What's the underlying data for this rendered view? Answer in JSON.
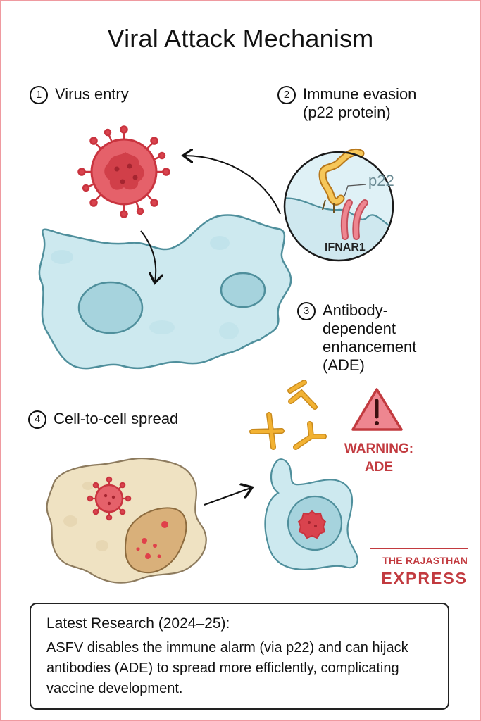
{
  "title": "Viral Attack Mechanism",
  "steps": [
    {
      "number": "1",
      "label": "Virus entry"
    },
    {
      "number": "2",
      "label": "Immune evasion\n(p22 protein)"
    },
    {
      "number": "3",
      "label": "Antibody-\ndependent\nenhancement\n(ADE)"
    },
    {
      "number": "4",
      "label": "Cell-to-cell spread"
    }
  ],
  "inset": {
    "protein_label": "p22",
    "receptor_label": "IFNAR1"
  },
  "warning": {
    "icon": "warning-triangle-icon",
    "text": "WARNING:\nADE"
  },
  "brand": {
    "line1": "THE RAJASTHAN",
    "line2": "EXPRESS"
  },
  "research": {
    "heading": "Latest Research (2024–25):",
    "body": "ASFV disables the immune alarm (via p22) and can hijack antibodies (ADE) to spread more efficlently, complicating vaccine development."
  },
  "colors": {
    "frame": "#ef9aa0",
    "virus": "#d9434e",
    "cell_blue": "#cde9ef",
    "cell_outline": "#4f8f9c",
    "infected_cell": "#efe2c2",
    "antibody": "#f2b233",
    "warning": "#c23a3f"
  }
}
